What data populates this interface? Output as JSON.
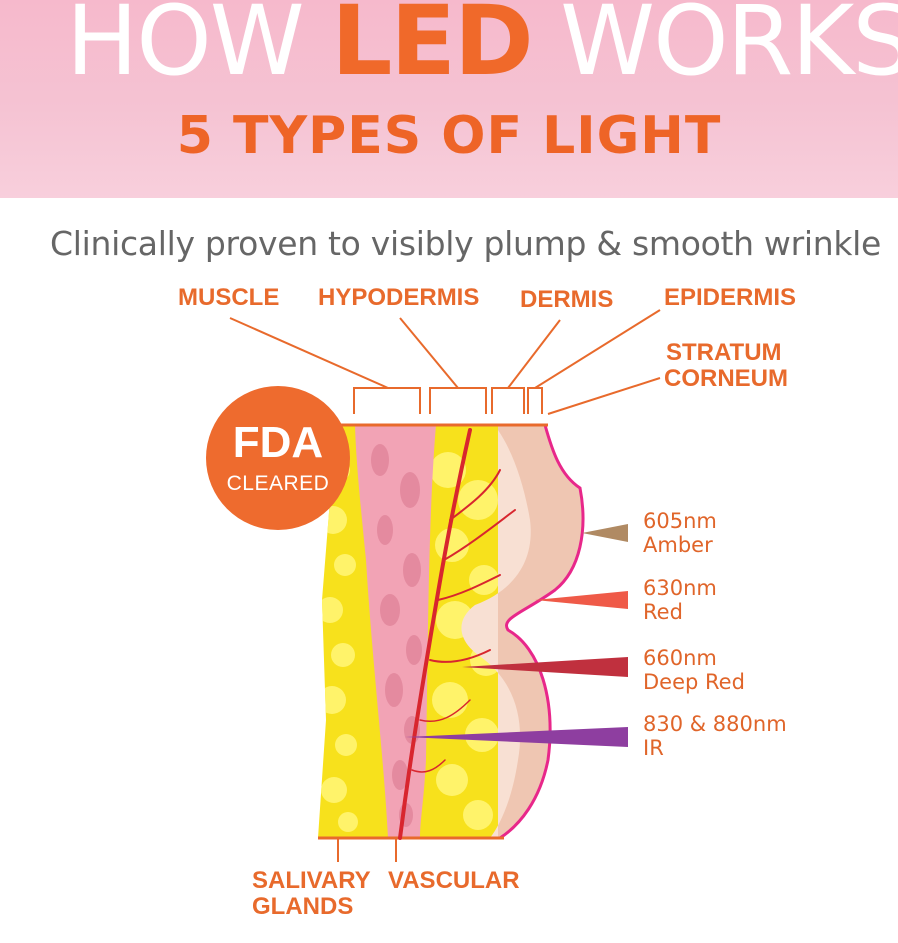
{
  "header": {
    "title_part1": "HOW",
    "title_highlight": "LED",
    "title_part2": "WORKS",
    "subtitle": "5 TYPES OF LIGHT",
    "tagline": "Clinically proven to visibly plump & smooth wrinkle"
  },
  "badge": {
    "main": "FDA",
    "sub": "CLEARED"
  },
  "layers": {
    "muscle": "MUSCLE",
    "hypodermis": "HYPODERMIS",
    "dermis": "DERMIS",
    "epidermis": "EPIDERMIS",
    "stratum_line1": "STRATUM",
    "stratum_line2": "CORNEUM"
  },
  "bottom_labels": {
    "salivary_line1": "SALIVARY",
    "salivary_line2": "GLANDS",
    "vascular": "VASCULAR"
  },
  "lights": [
    {
      "wavelength": "605nm",
      "name": "Amber",
      "color": "#b08a63"
    },
    {
      "wavelength": "630nm",
      "name": "Red",
      "color": "#ef5a48"
    },
    {
      "wavelength": "660nm",
      "name": "Deep Red",
      "color": "#c0303e"
    },
    {
      "wavelength": "830 & 880nm",
      "name": "IR",
      "color": "#8e3ea0"
    }
  ],
  "colors": {
    "accent_orange": "#ee6427",
    "banner_pink": "#f6b9cc",
    "fat_yellow": "#f7e11c",
    "muscle_pink": "#f2a3b5",
    "skin_beige": "#efc6b2",
    "outline_magenta": "#e8278a",
    "vessel_red": "#d8262e"
  }
}
